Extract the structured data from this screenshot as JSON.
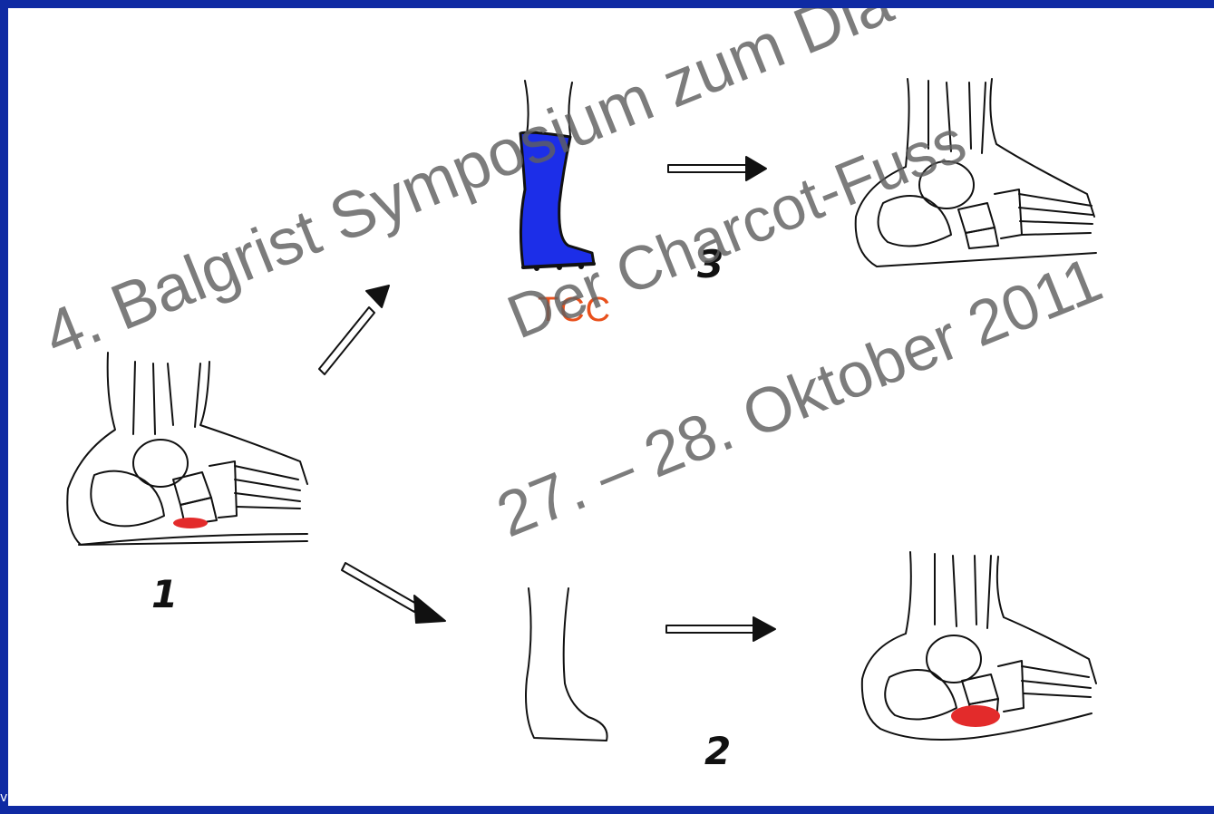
{
  "labels": {
    "step1": "1",
    "step2": "2",
    "step3": "3",
    "cast": "TCC"
  },
  "watermark": {
    "line1": "4. Balgrist Symposium zum Dia",
    "line2": "Der Charcot-Fuss",
    "line3": "27. – 28. Oktober 2011"
  },
  "colors": {
    "frame": "#0f2aa3",
    "cast_fill": "#1c2ee8",
    "ulcer": "#e32b2b",
    "tcc_text": "#e8501c"
  },
  "footer": {
    "glyph": "v"
  }
}
